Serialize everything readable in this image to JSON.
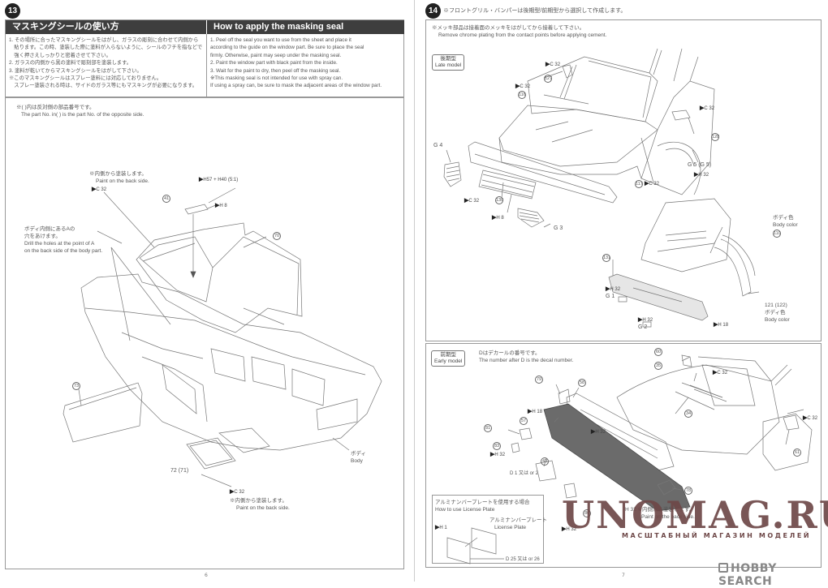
{
  "left_page": {
    "step_number": "13",
    "masking_section": {
      "jp_title": "マスキングシールの使い方",
      "en_title": "How to apply the masking seal",
      "jp_lines": [
        "1. その場所に合ったマスキングシールをはがし、ガラスの彫刻に合わせて内側から",
        "　貼ります。この時、塗装した際に塗料が入らないように、シールのフチを指などで",
        "　強く押さえしっかりと密着させて下さい。",
        "2. ガラスの内側から黒の塗料で彫刻部を塗装します。",
        "3. 塗料が乾いてからマスキングシールをはがして下さい。",
        "※このマスキングシールはスプレー塗料には対応しておりません。",
        "　スプレー塗装される時は、サイドのガラス等にもマスキングが必要になります。"
      ],
      "en_lines": [
        "1. Peel off the seal you want to use from the sheet and place it",
        "   according to the guide on the window part. Be sure to place the seal",
        "   firmly. Otherwise, paint may seep under the masking seal.",
        "2. Paint the window part with black paint from the inside.",
        "3. Wait for the paint to dry, then peel off the masking seal.",
        "※This masking seal is not intended for use with spray can.",
        "   If using a spray can, be sure to mask the adjacent areas of the window part."
      ]
    },
    "opposite_note": {
      "jp": "※(  )内は反対側の部品番号です。",
      "en": "The part No. in(  ) is the part No. of the opposite side."
    },
    "paint_back_top": {
      "jp": "※内側から塗装します。",
      "en": "Paint on the back side."
    },
    "paint_mix": "H57 + H40 (5:1)",
    "paint_c_top": "C 32",
    "paint_h8": "H 8",
    "drill_note": {
      "jp1": "ボディ内側にあるAの",
      "jp2": "穴をあけます。",
      "en1": "Drill the holes at the point of A",
      "en2": "on the back side of the body part."
    },
    "parts": {
      "p41": "41",
      "p70": "70",
      "p73": "73",
      "p72_71": "72 (71)"
    },
    "body_label": {
      "jp": "ボディ",
      "en": "Body"
    },
    "paint_back_bottom": {
      "paint": "C 32",
      "jp": "※内側から塗装します。",
      "en": "Paint on the back side."
    },
    "page_number": "6"
  },
  "right_page": {
    "step_number": "14",
    "step_title": "※フロントグリル・バンパーは後期型/前期型から選択して作成します。",
    "chrome_note": {
      "jp": "※メッキ部品は接着面のメッキをはがしてから接着して下さい。",
      "en": "Remove chrome plating from the contact points before applying cement."
    },
    "late_model": {
      "tag_jp": "後期型",
      "tag_en": "Late model",
      "labels": {
        "p127": "127",
        "p116": "116",
        "p128": "128",
        "p117": "117",
        "p130": "130",
        "g4": "G 4",
        "g3": "G 3",
        "g5": "G 5 (G 5)",
        "h8": "H 8",
        "h32": "H 32",
        "c32a": "C 32",
        "c32b": "C 32",
        "c32c": "C 32",
        "c32d": "C 32",
        "c32e": "C 32"
      },
      "body_color_1": {
        "jp": "ボディ色",
        "en": "Body color",
        "part": "110"
      },
      "body_color_2": {
        "jp": "ボディ色",
        "en": "Body color",
        "part": "121 (122)"
      },
      "lower_labels": {
        "p131": "131",
        "g1": "G 1",
        "g2": "G 2",
        "h32a": "H 32",
        "h32b": "H 32",
        "h18": "H 18"
      }
    },
    "early_model": {
      "tag_jp": "前期型",
      "tag_en": "Early model",
      "decal_note": {
        "jp": "Dはデカールの番号です。",
        "en": "The number after D is the decal number."
      },
      "labels": {
        "p60": "60",
        "p35": "35",
        "p34": "34",
        "p61": "61",
        "p79": "79",
        "p58": "58",
        "p57": "57",
        "p81": "81",
        "p83": "83",
        "p43": "43",
        "p78": "78",
        "p80": "80",
        "h18": "H 18",
        "h32a": "H 32",
        "h32b": "H 32",
        "h32c": "H 32",
        "c32a": "C 32",
        "c32b": "C 32",
        "decal_choice": "D 1 又は or 2"
      },
      "back_side_note": {
        "paint": "H 32",
        "jp": "※内側から塗装します。",
        "en": "Paint on the back side."
      },
      "license_box": {
        "jp_title": "アルミナンバープレートを使用する場合",
        "en_title": "How to use License Plate",
        "plate_jp": "アルミナンバープレート",
        "plate_en": "License Plate",
        "paint": "H 1",
        "decal_choice": "D 25 又は or 26"
      }
    },
    "page_number": "7"
  },
  "watermark": {
    "brand": "UNOMAG.RU",
    "tagline": "МАСШТАБНЫЙ МАГАЗИН МОДЕЛЕЙ",
    "hobby_search": "HOBBY SEARCH"
  }
}
